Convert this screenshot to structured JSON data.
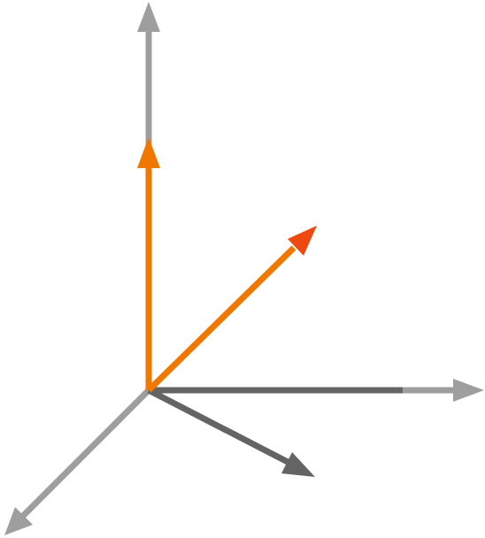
{
  "diagram": {
    "description_visible_text": "",
    "colors": {
      "axis_light": "#9e9e9e",
      "axis_dark": "#646464",
      "vector_orange": "#f07800",
      "vector_red_orange": "#ee4a10"
    },
    "elements": [
      {
        "name": "z-axis-arrow",
        "color_key": "axis_light"
      },
      {
        "name": "x-axis-arrow",
        "color_key": "axis_light"
      },
      {
        "name": "y-axis-arrow",
        "color_key": "axis_light"
      },
      {
        "name": "x-projection-segment",
        "color_key": "axis_dark"
      },
      {
        "name": "projection-vector-arrow",
        "color_key": "axis_dark"
      },
      {
        "name": "vertical-component-arrow",
        "color_key": "vector_orange"
      },
      {
        "name": "resultant-vector-arrow",
        "color_key": "vector_red_orange"
      }
    ]
  }
}
